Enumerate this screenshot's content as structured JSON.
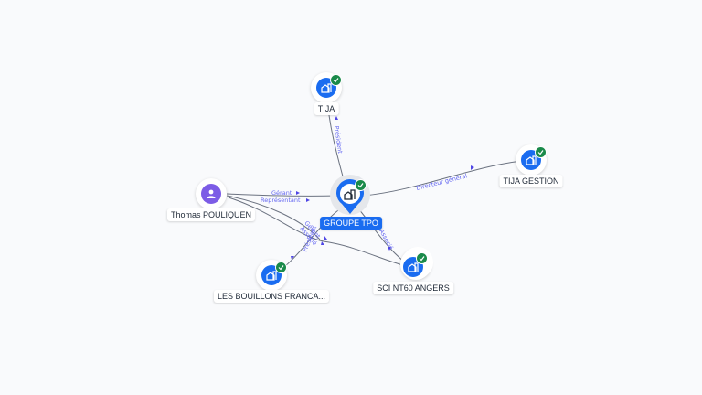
{
  "colors": {
    "company": "#1a6cf0",
    "person": "#7c5ce6",
    "verified": "#1a8a4a",
    "edge_label": "#6366f1",
    "edge": "#6b7280"
  },
  "nodes": {
    "center": {
      "label": "GROUPE TPO",
      "icon": "building-icon",
      "verified": true
    },
    "tija": {
      "label": "TIJA",
      "icon": "building-icon",
      "verified": true
    },
    "tija_gestion": {
      "label": "TIJA GESTION",
      "icon": "building-icon",
      "verified": true
    },
    "thomas": {
      "label": "Thomas POULIQUEN",
      "icon": "person-icon",
      "verified": false
    },
    "bouillons": {
      "label": "LES BOUILLONS FRANCA...",
      "icon": "building-icon",
      "verified": true
    },
    "sci": {
      "label": "SCI NT60 ANGERS",
      "icon": "building-icon",
      "verified": true
    }
  },
  "edges": {
    "tija_president": "Président",
    "tija_gestion_dg": "Directeur général",
    "thomas_gerant": "Gérant",
    "thomas_representant": "Représentant",
    "thomas_bouillons_gerant": "Gérant",
    "thomas_bouillons_associe": "Associé",
    "center_bouillons_president": "Président",
    "center_sci_associe": "Associé"
  }
}
